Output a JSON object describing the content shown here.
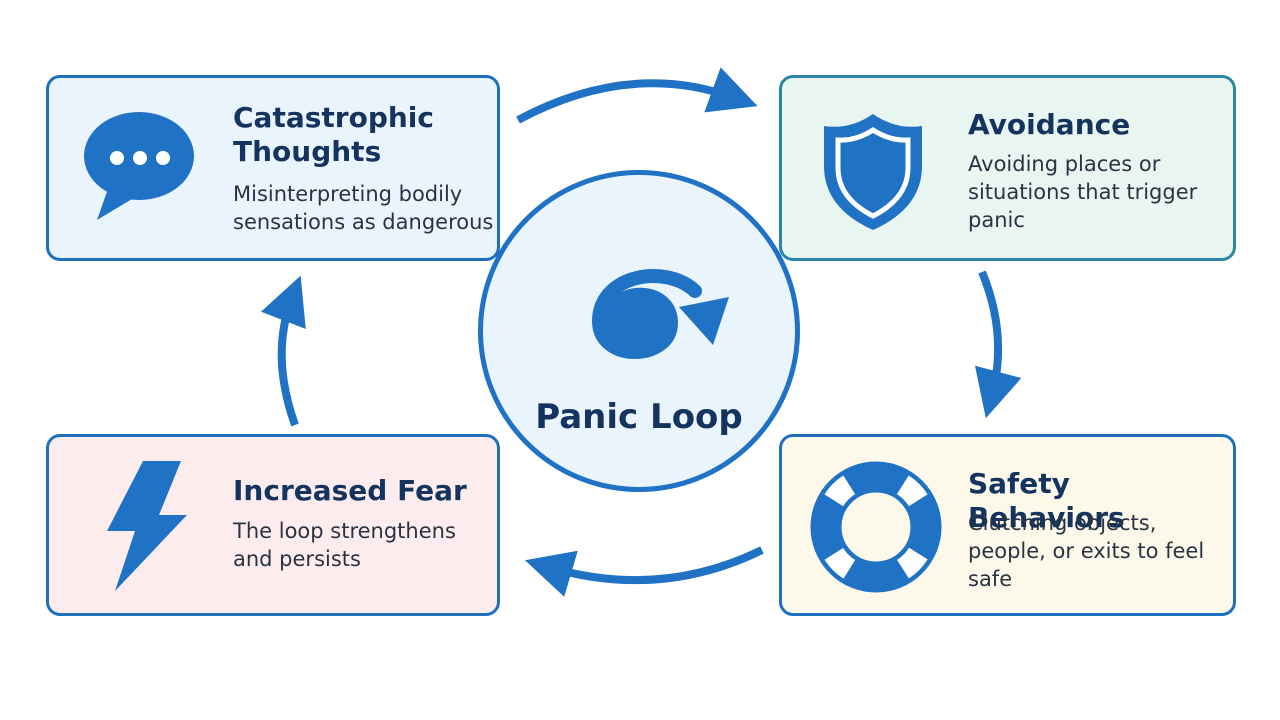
{
  "center": {
    "label": "Panic Loop",
    "icon": "spiral-arrow-icon"
  },
  "nodes": [
    {
      "id": "catastrophic-thoughts",
      "title": "Catastrophic Thoughts",
      "description": "Misinterpreting bodily sensations as dangerous",
      "icon": "speech-bubble-icon",
      "background": "#eaf4fd"
    },
    {
      "id": "avoidance",
      "title": "Avoidance",
      "description": "Avoiding places or situations that trigger panic",
      "icon": "shield-icon",
      "background": "#e8f5f1"
    },
    {
      "id": "safety-behaviors",
      "title": "Safety Behaviors",
      "description": "Clutching objects, people, or exits to feel safe",
      "icon": "life-ring-icon",
      "background": "#fcf8ea"
    },
    {
      "id": "increased-fear",
      "title": "Increased Fear",
      "description": "The loop strengthens and persists",
      "icon": "lightning-icon",
      "background": "#fdeced"
    }
  ],
  "flow": [
    [
      "catastrophic-thoughts",
      "avoidance"
    ],
    [
      "avoidance",
      "safety-behaviors"
    ],
    [
      "safety-behaviors",
      "increased-fear"
    ],
    [
      "increased-fear",
      "catastrophic-thoughts"
    ]
  ],
  "colors": {
    "accent": "#1f72c4",
    "title_text": "#14335e",
    "body_text": "#2a3342"
  }
}
